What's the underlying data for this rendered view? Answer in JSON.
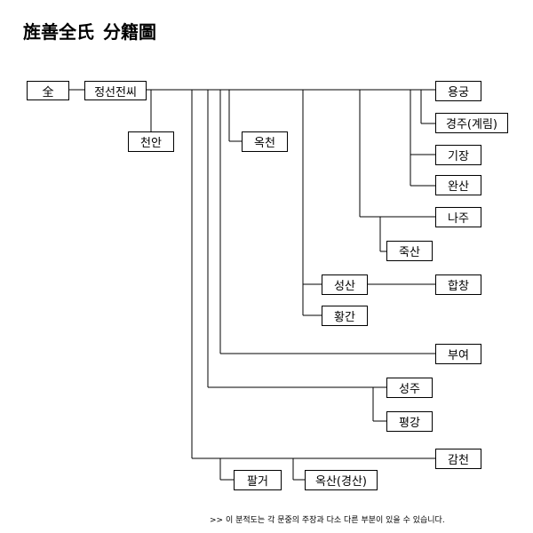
{
  "title": {
    "main": "旌善全氏",
    "sub": "分籍圖"
  },
  "nodes": {
    "jeon": "全",
    "jeongseon": "정선전씨",
    "cheonan": "천안",
    "okcheon": "옥천",
    "yonggung": "용궁",
    "gyeongju": "경주(계림)",
    "gijang": "기장",
    "wansan": "완산",
    "naju": "나주",
    "juksan": "죽산",
    "seongsan": "성산",
    "hapchang": "합창",
    "hwanggan": "황간",
    "buyeo": "부여",
    "seongju": "성주",
    "pyeonggang": "평강",
    "gamcheon": "감천",
    "palgeo": "팔거",
    "oksan": "옥산(경산)"
  },
  "note": ">> 이 분적도는 각 문중의 주장과 다소 다른 부분이 있을 수 있습니다."
}
